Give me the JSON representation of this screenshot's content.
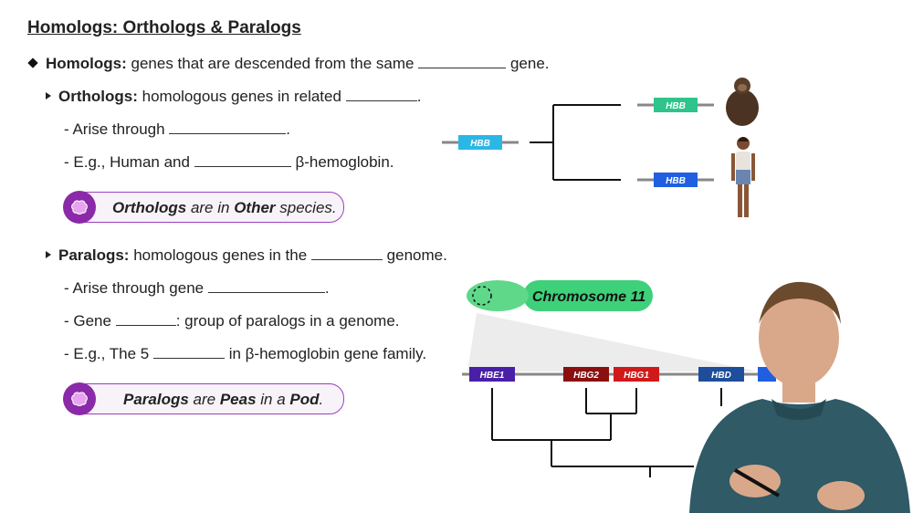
{
  "title": "Homologs: Orthologs & Paralogs",
  "homologs": {
    "term": "Homologs:",
    "text_before": "genes that are descended from the same",
    "text_after": "gene."
  },
  "orthologs": {
    "term": "Orthologs:",
    "text": "homologous genes in related",
    "arise": "- Arise through",
    "eg_before": "- E.g., Human and",
    "eg_after": "β-hemoglobin.",
    "tip": {
      "w1": "Orthologs",
      "w2": " are in ",
      "w3": "Other",
      "w4": " species."
    }
  },
  "paralogs": {
    "term": "Paralogs:",
    "text_before": "homologous genes in the",
    "text_after": "genome.",
    "arise": "- Arise through gene",
    "gene_before": "- Gene",
    "gene_after": ": group of paralogs in a genome.",
    "eg_before": "- E.g., The 5",
    "eg_after": "in β-hemoglobin gene family.",
    "tip": {
      "w1": "Paralogs",
      "w2": " are ",
      "w3": "Peas",
      "w4": " in a ",
      "w5": "Pod",
      "w6": "."
    }
  },
  "ortho_tree": {
    "ancestral": "HBB",
    "chimp_gene": "HBB",
    "human_gene": "HBB"
  },
  "chromosome_label": "Chromosome 11",
  "genes": {
    "hbe1": "HBE1",
    "hbg2": "HBG2",
    "hbg1": "HBG1",
    "hbd": "HBD"
  },
  "colors": {
    "accent": "#8a2aa8",
    "hbb_cyan": "#2bb7e6",
    "hbb_green": "#2ec48b",
    "hbb_blue": "#1f5fe0",
    "chromosome": "#3fd07a",
    "hbe1": "#4a1fa8",
    "hbg": "#b01818",
    "hbd": "#1e4d9c"
  }
}
